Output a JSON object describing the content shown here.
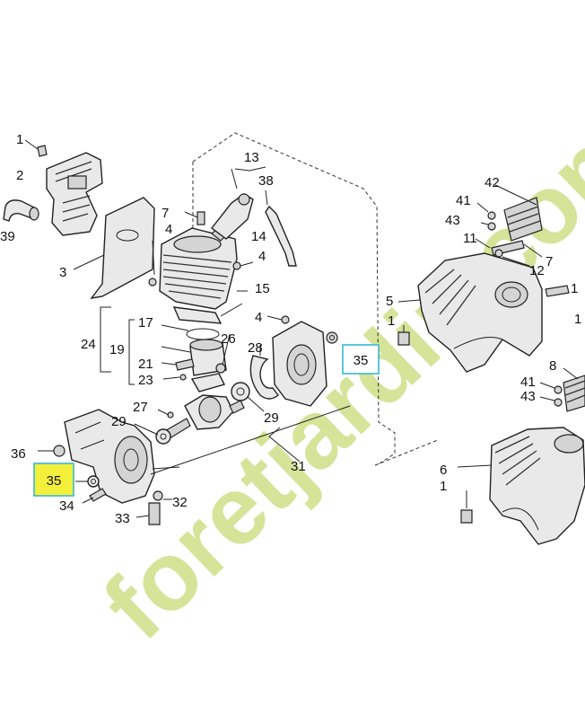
{
  "watermark": {
    "text": "foretjardin.com",
    "green_color": "#c9dc7a",
    "gray_color": "#cfc9bd"
  },
  "callouts": [
    {
      "id": "c1",
      "text": "1"
    },
    {
      "id": "c2",
      "text": "2"
    },
    {
      "id": "c39",
      "text": "39"
    },
    {
      "id": "c3",
      "text": "3"
    },
    {
      "id": "c13",
      "text": "13"
    },
    {
      "id": "c7a",
      "text": "7"
    },
    {
      "id": "c38",
      "text": "38"
    },
    {
      "id": "c4a",
      "text": "4"
    },
    {
      "id": "c14",
      "text": "14"
    },
    {
      "id": "c4b",
      "text": "4"
    },
    {
      "id": "c15",
      "text": "15"
    },
    {
      "id": "c24",
      "text": "24"
    },
    {
      "id": "c19",
      "text": "19"
    },
    {
      "id": "c17",
      "text": "17"
    },
    {
      "id": "c4c",
      "text": "4"
    },
    {
      "id": "c26",
      "text": "26"
    },
    {
      "id": "c28",
      "text": "28"
    },
    {
      "id": "c21",
      "text": "21"
    },
    {
      "id": "c23",
      "text": "23"
    },
    {
      "id": "c27",
      "text": "27"
    },
    {
      "id": "c29a",
      "text": "29"
    },
    {
      "id": "c29b",
      "text": "29"
    },
    {
      "id": "c31",
      "text": "31"
    },
    {
      "id": "c36",
      "text": "36"
    },
    {
      "id": "c34",
      "text": "34"
    },
    {
      "id": "c32",
      "text": "32"
    },
    {
      "id": "c33",
      "text": "33"
    },
    {
      "id": "c42",
      "text": "42"
    },
    {
      "id": "c41a",
      "text": "41"
    },
    {
      "id": "c43a",
      "text": "43"
    },
    {
      "id": "c11",
      "text": "11"
    },
    {
      "id": "c7b",
      "text": "7"
    },
    {
      "id": "c12",
      "text": "12"
    },
    {
      "id": "c1b",
      "text": "1"
    },
    {
      "id": "c5",
      "text": "5"
    },
    {
      "id": "c1c",
      "text": "1"
    },
    {
      "id": "c1d",
      "text": "1"
    },
    {
      "id": "c8",
      "text": "8"
    },
    {
      "id": "c41b",
      "text": "41"
    },
    {
      "id": "c43b",
      "text": "43"
    },
    {
      "id": "c6",
      "text": "6"
    },
    {
      "id": "c1e",
      "text": "1"
    }
  ],
  "highlights": {
    "boxed": {
      "text": "35",
      "border_color": "#39b6d8"
    },
    "filled": {
      "text": "35",
      "fill_color": "#f2f03a",
      "border_color": "#39b6d8"
    }
  }
}
